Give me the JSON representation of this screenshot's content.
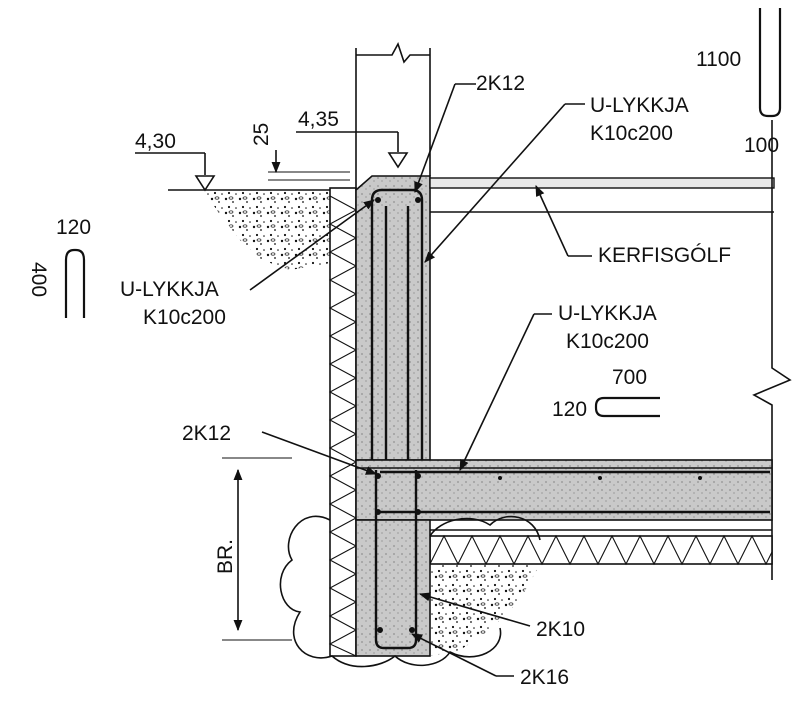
{
  "labels": {
    "lvl_430": "4,30",
    "lvl_435": "4,35",
    "dim_25": "25",
    "bar_top_left": "2K12",
    "u_top_title": "U-LYKKJA",
    "u_top_spec": "K10c200",
    "u_left_title": "U-LYKKJA",
    "u_left_spec": "K10c200",
    "u_mid_title": "U-LYKKJA",
    "u_mid_spec": "K10c200",
    "kerfisgolf": "KERFISGÓLF",
    "bar_mid_left": "2K12",
    "br": "BR.",
    "bar_2k10": "2K10",
    "bar_2k16": "2K16",
    "shape_1100": "1100",
    "shape_100": "100",
    "shape_120_left": "120",
    "shape_400": "400",
    "shape_700": "700",
    "shape_120_mid": "120"
  },
  "colors": {
    "ink": "#111111",
    "concrete": "#c9c9c9",
    "background": "#ffffff"
  }
}
